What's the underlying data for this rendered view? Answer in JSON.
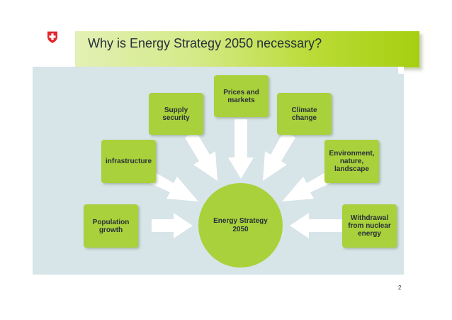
{
  "slide": {
    "title": "Why is Energy Strategy 2050 necessary?",
    "page_number": "2",
    "logo_icon": "swiss-cross-icon"
  },
  "colors": {
    "node_green": "#a9d13b",
    "panel_blue": "#d7e4e8",
    "text_dark": "#283038",
    "logo_red": "#e3262d"
  },
  "diagram": {
    "center": "Energy Strategy\n2050",
    "nodes": {
      "population": "Population\ngrowth",
      "infrastructure": "infrastructure",
      "supply": "Supply\nsecurity",
      "prices": "Prices and\nmarkets",
      "climate": "Climate\nchange",
      "environment": "Environment,\nnature,\nlandscape",
      "nuclear": "Withdrawal\nfrom nuclear\nenergy"
    }
  }
}
